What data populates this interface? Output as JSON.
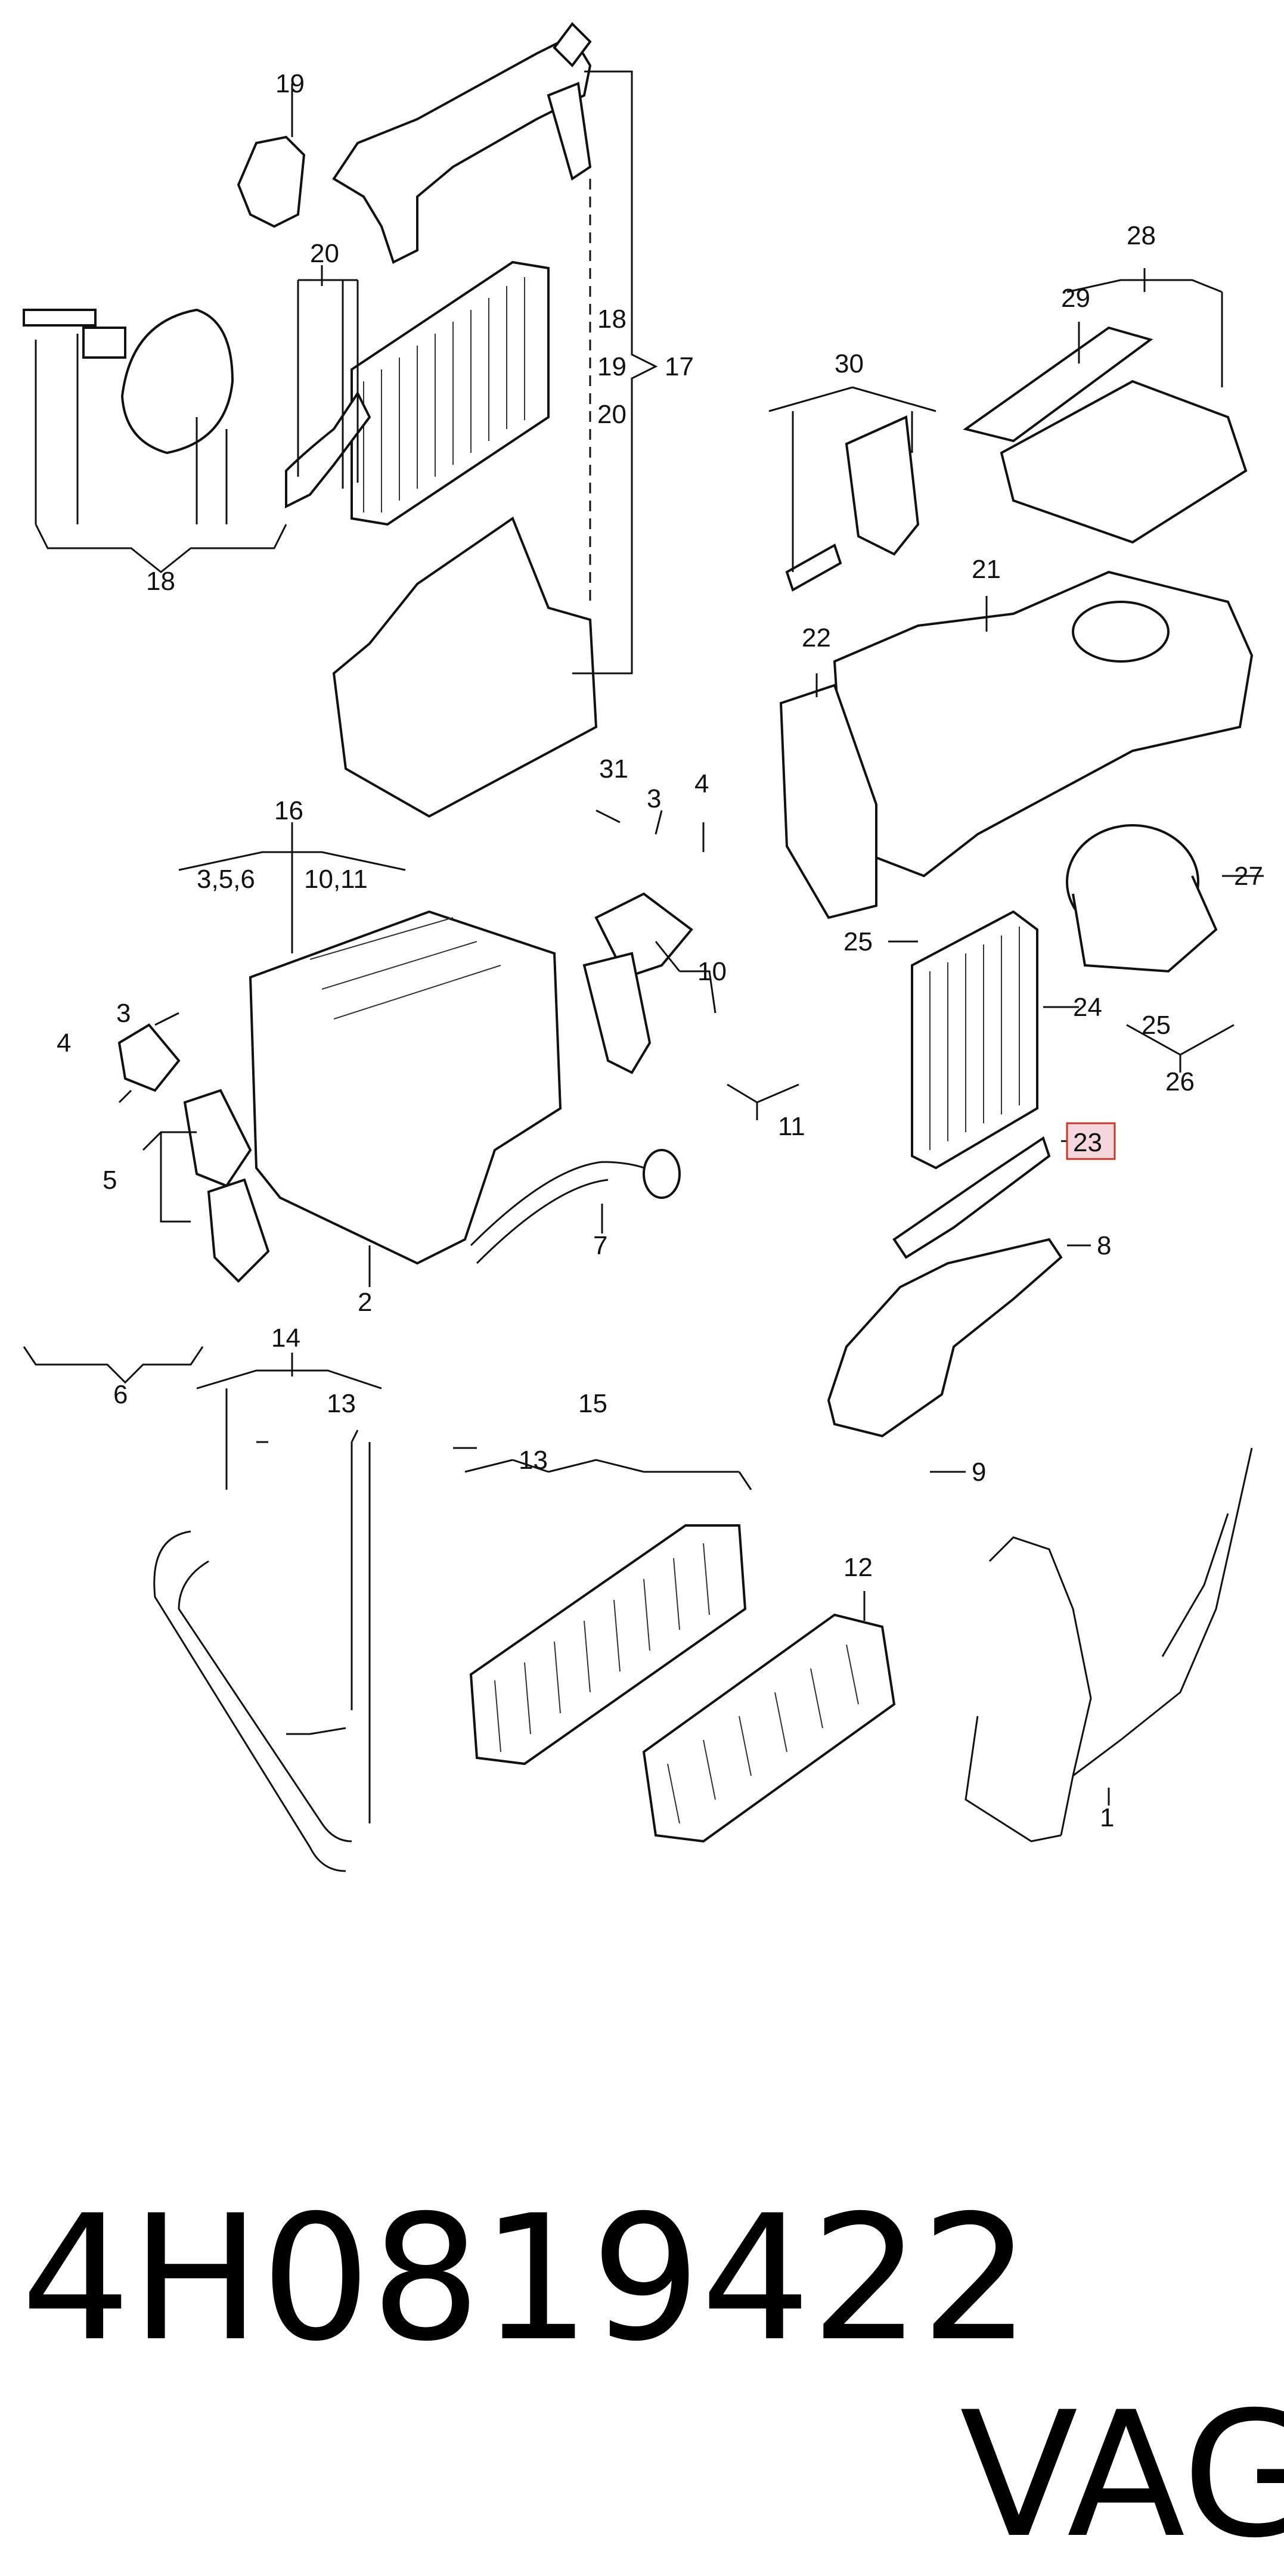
{
  "caption": {
    "part_number": "4H0819422",
    "brand": "VAG"
  },
  "highlight_color": "#c0392b",
  "callouts": {
    "c1": "1",
    "c2": "2",
    "c3a": "3",
    "c3b": "3",
    "c4a": "4",
    "c4b": "4",
    "c5": "5",
    "c6": "6",
    "c7": "7",
    "c8": "8",
    "c9": "9",
    "c10": "10",
    "c11": "11",
    "c12": "12",
    "c13a": "13",
    "c13b": "13",
    "c14": "14",
    "c15": "15",
    "c16": "16",
    "c356": "3,5,6",
    "c1011": "10,11",
    "c17": "17",
    "c18a": "18",
    "c18b": "18",
    "c19a": "19",
    "c19b": "19",
    "c20a": "20",
    "c20b": "20",
    "c21": "21",
    "c22": "22",
    "c23": "23",
    "c24": "24",
    "c25a": "25",
    "c25b": "25",
    "c26": "26",
    "c27": "27",
    "c28": "28",
    "c29": "29",
    "c30": "30",
    "c31": "31"
  }
}
